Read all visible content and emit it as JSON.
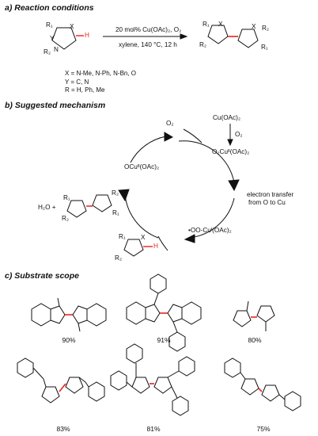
{
  "sections": {
    "a_title": "a) Reaction conditions",
    "b_title": "b) Suggested mechanism",
    "c_title": "c) Substrate scope"
  },
  "reaction": {
    "conditions_top": "20 mol% Cu(OAc)₂, O₂",
    "conditions_bottom": "xylene, 140 °C, 12 h",
    "legend": [
      "X = N-Me, N-Ph, N-Bn, O",
      "Y = C, N",
      "R = H, Ph, Me"
    ],
    "atom_labels": {
      "r1": "R₁",
      "r2": "R₂",
      "x": "X",
      "y": "Y",
      "n": "N",
      "h": "H"
    }
  },
  "mechanism": {
    "o2_in": "O₂",
    "cu_oac2": "Cu(OAc)₂",
    "o2_arrow": "O₂",
    "o2_cu2": "O₂Cuᴵᴵ(OAc)₂",
    "ocu2": "OCuᴵᴵ(OAc)₂",
    "oocu1": "•OO-Cuᴵ(OAc)₂",
    "electron_transfer_1": "electron transfer",
    "electron_transfer_2": "from O to Cu",
    "h2o": "H₂O +"
  },
  "scope": {
    "yields": [
      "90%",
      "91%",
      "80%",
      "83%",
      "81%",
      "75%"
    ]
  },
  "colors": {
    "bond_highlight": "#e8231f",
    "ink": "#111111"
  }
}
